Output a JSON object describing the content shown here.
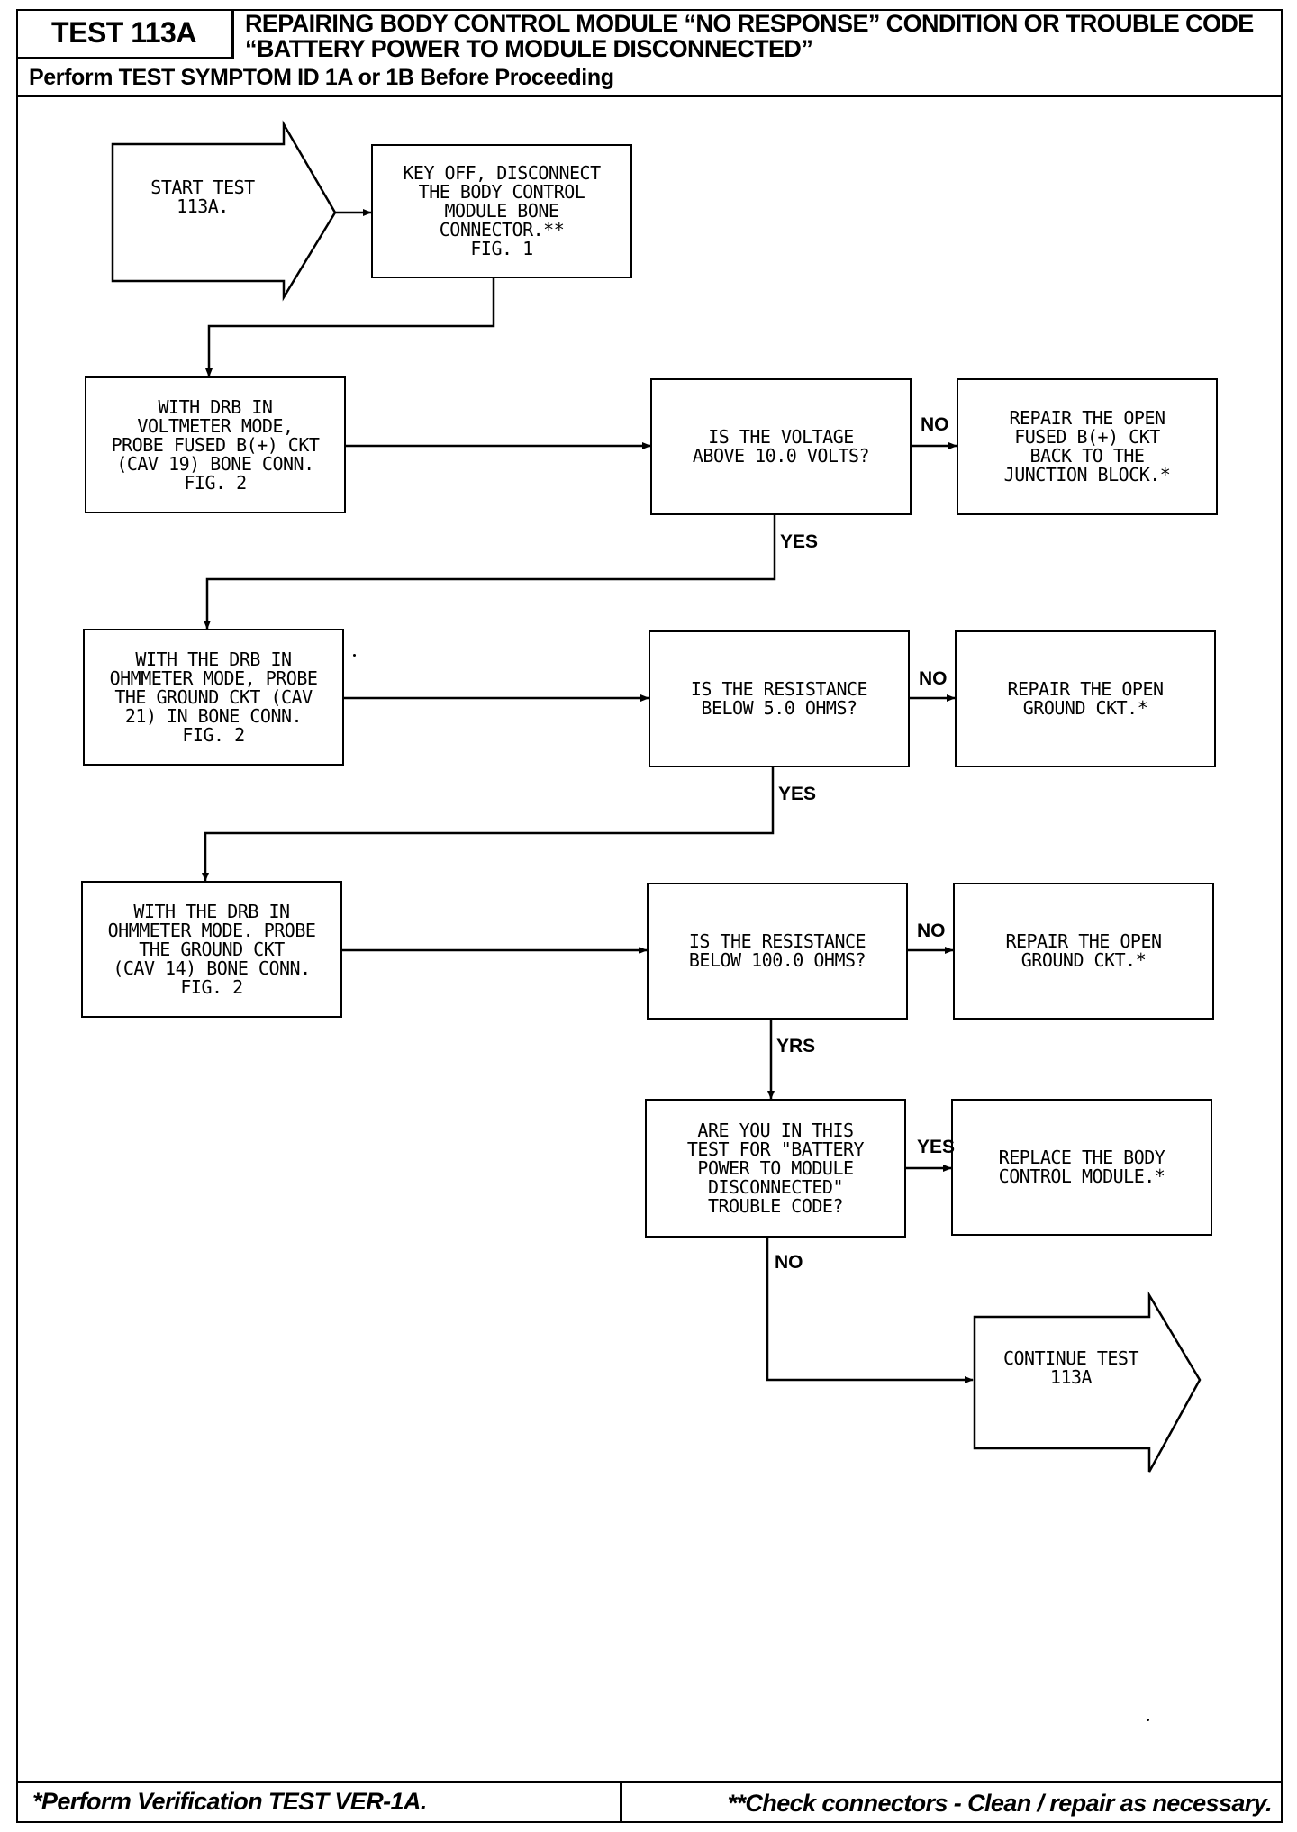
{
  "header": {
    "test_id": "TEST 113A",
    "title": "REPAIRING BODY CONTROL MODULE “NO RESPONSE” CONDITION OR TROUBLE CODE “BATTERY POWER TO MODULE DISCONNECTED”",
    "subtitle": "Perform TEST SYMPTOM ID 1A or 1B Before Proceeding"
  },
  "flow": {
    "start": "START TEST\n113A.",
    "step1": "KEY OFF, DISCONNECT\nTHE BODY CONTROL\nMODULE BONE\nCONNECTOR.**\nFIG. 1",
    "step2": "WITH DRB IN\nVOLTMETER MODE,\nPROBE FUSED B(+) CKT\n(CAV 19) BONE CONN.\nFIG. 2",
    "q1": "IS THE VOLTAGE\nABOVE 10.0 VOLTS?",
    "r1": "REPAIR THE OPEN\nFUSED B(+) CKT\nBACK TO THE\nJUNCTION BLOCK.*",
    "step3": "WITH THE DRB IN\nOHMMETER MODE, PROBE\nTHE GROUND CKT (CAV\n21) IN BONE CONN.\nFIG. 2",
    "q2": "IS THE RESISTANCE\nBELOW 5.0 OHMS?",
    "r2": "REPAIR THE OPEN\nGROUND CKT.*",
    "step4": "WITH THE DRB IN\nOHMMETER MODE. PROBE\nTHE GROUND CKT\n(CAV 14) BONE CONN.\nFIG. 2",
    "q3": "IS THE RESISTANCE\nBELOW 100.0 OHMS?",
    "r3": "REPAIR THE OPEN\nGROUND CKT.*",
    "q4": "ARE YOU IN THIS\nTEST FOR \"BATTERY\nPOWER TO MODULE\nDISCONNECTED\"\nTROUBLE CODE?",
    "r4": "REPLACE THE BODY\nCONTROL MODULE.*",
    "continue": "CONTINUE TEST\n113A",
    "labels": {
      "no1": "NO",
      "yes1": "YES",
      "no2": "NO",
      "yes2": "YES",
      "no3": "NO",
      "yes3": "YRS",
      "yes4": "YES",
      "no4": "NO"
    }
  },
  "footer": {
    "left": "*Perform Verification TEST VER-1A.",
    "right": "**Check connectors - Clean / repair as necessary."
  }
}
